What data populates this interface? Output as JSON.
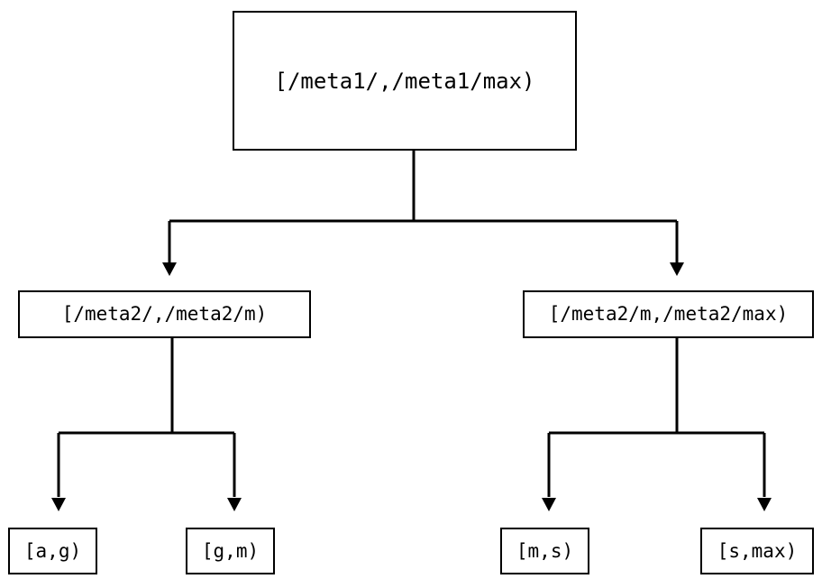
{
  "diagram": {
    "type": "tree",
    "orientation": "top-down",
    "title": "",
    "background_color": "#ffffff",
    "line_color": "#000000",
    "text_color": "#000000",
    "node_fill": "#ffffff",
    "nodes": {
      "root": {
        "label": "[/meta1/,/meta1/max)"
      },
      "mid_left": {
        "label": "[/meta2/,/meta2/m)"
      },
      "mid_right": {
        "label": "[/meta2/m,/meta2/max)"
      },
      "leaf_1": {
        "label": "[a,g)"
      },
      "leaf_2": {
        "label": "[g,m)"
      },
      "leaf_3": {
        "label": "[m,s)"
      },
      "leaf_4": {
        "label": "[s,max)"
      }
    },
    "edges": [
      {
        "from": "root",
        "to": "mid_left",
        "arrowhead": "filled-triangle-down"
      },
      {
        "from": "root",
        "to": "mid_right",
        "arrowhead": "filled-triangle-down"
      },
      {
        "from": "mid_left",
        "to": "leaf_1",
        "arrowhead": "filled-triangle-down"
      },
      {
        "from": "mid_left",
        "to": "leaf_2",
        "arrowhead": "filled-triangle-down"
      },
      {
        "from": "mid_right",
        "to": "leaf_3",
        "arrowhead": "filled-triangle-down"
      },
      {
        "from": "mid_right",
        "to": "leaf_4",
        "arrowhead": "filled-triangle-down"
      }
    ]
  }
}
